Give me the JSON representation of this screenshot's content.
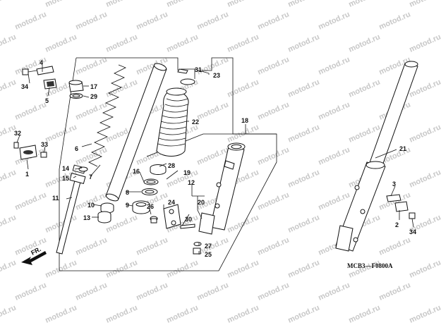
{
  "watermark_text": "motod.ru",
  "diagram_code": "MCB3—F0800A",
  "direction_label": "FR.",
  "callouts": {
    "c1": "1",
    "c2": "2",
    "c3": "3",
    "c4": "4",
    "c5": "5",
    "c6": "6",
    "c7": "7",
    "c8": "8",
    "c9": "9",
    "c10": "10",
    "c11": "11",
    "c12": "12",
    "c13": "13",
    "c14": "14",
    "c15": "15",
    "c16": "16",
    "c17": "17",
    "c18": "18",
    "c19": "19",
    "c20": "20",
    "c21": "21",
    "c22": "22",
    "c23": "23",
    "c24": "24",
    "c25": "25",
    "c26": "26",
    "c27": "27",
    "c28": "28",
    "c29": "29",
    "c30": "30",
    "c31": "31",
    "c32": "32",
    "c33": "33",
    "c34a": "34",
    "c34b": "34"
  },
  "colors": {
    "line": "#111111",
    "watermark": "#c8c8c8",
    "background": "#ffffff"
  }
}
